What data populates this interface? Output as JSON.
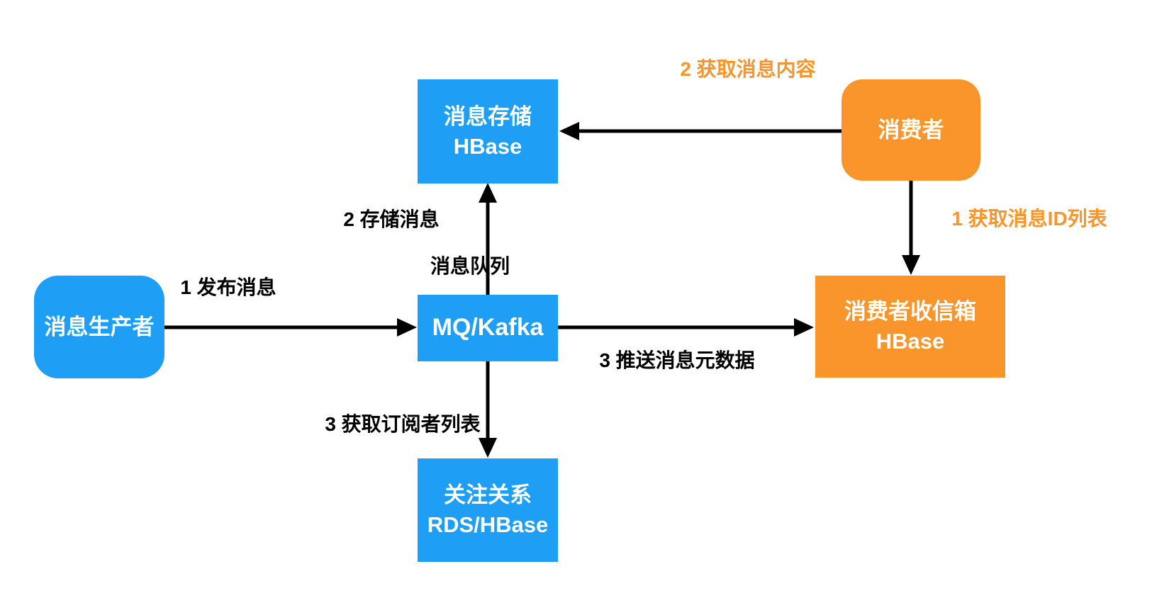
{
  "colors": {
    "blue": "#1E9EF4",
    "orange": "#F9952B",
    "arrow": "#000000",
    "node-text": "#FFFFFF",
    "label-text": "#000000",
    "background": "#FFFFFF"
  },
  "nodes": {
    "producer": {
      "label": "消息生产者"
    },
    "message_store": {
      "line1": "消息存储",
      "line2": "HBase"
    },
    "mq": {
      "label": "MQ/Kafka",
      "title": "消息队列"
    },
    "follow_relation": {
      "line1": "关注关系",
      "line2": "RDS/HBase"
    },
    "consumer": {
      "label": "消费者"
    },
    "consumer_inbox": {
      "line1": "消费者收信箱",
      "line2": "HBase"
    }
  },
  "edges": {
    "publish_label": "1 发布消息",
    "store_label": "2 存储消息",
    "get_subscribers_label": "3 获取订阅者列表",
    "push_metadata_label": "3 推送消息元数据",
    "get_content_label": "2 获取消息内容",
    "get_id_list_label": "1 获取消息ID列表"
  }
}
